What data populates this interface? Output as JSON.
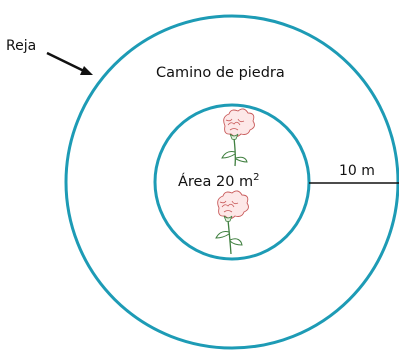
{
  "labels": {
    "fence": "Reja",
    "path": "Camino de piedra",
    "area_prefix": "Área 20 m",
    "area_exponent": "2",
    "radius": "10 m"
  },
  "icons": {
    "top_flower": "carnation-flower-icon",
    "bottom_flower": "carnation-flower-icon"
  },
  "colors": {
    "stroke": "#1d9bb5",
    "line": "#111111",
    "petal": "#c85a5a",
    "stem": "#3f7f3f"
  }
}
